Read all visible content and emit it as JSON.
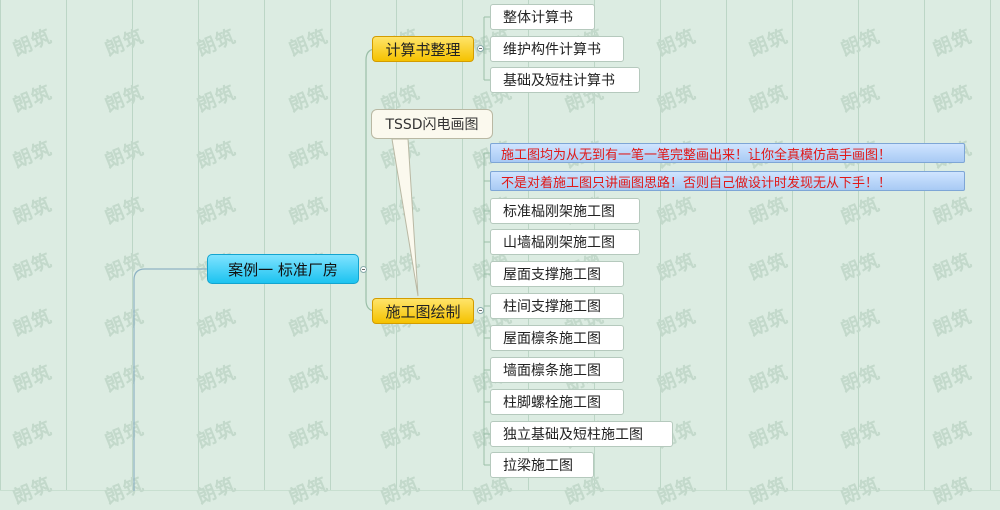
{
  "watermark": "朗筑",
  "root": {
    "label": "案例一 标准厂房"
  },
  "branches": {
    "calc": {
      "label": "计算书整理",
      "children": [
        "整体计算书",
        "维护构件计算书",
        "基础及短柱计算书"
      ]
    },
    "drawing": {
      "label": "施工图绘制",
      "callout": "TSSD闪电画图",
      "highlights": [
        "施工图均为从无到有一笔一笔完整画出来！让你全真模仿高手画图！",
        "不是对着施工图只讲画图思路！否则自己做设计时发现无从下手！！"
      ],
      "children": [
        "标准榀刚架施工图",
        "山墙榀刚架施工图",
        "屋面支撑施工图",
        "柱间支撑施工图",
        "屋面檩条施工图",
        "墙面檩条施工图",
        "柱脚螺栓施工图",
        "独立基础及短柱施工图",
        "拉梁施工图"
      ]
    }
  },
  "colors": {
    "background": "#dcece2",
    "root_fill": "#1cc3f0",
    "branch_fill": "#f5c200",
    "highlight_fill": "#a8caf4",
    "highlight_text": "#e01818"
  }
}
